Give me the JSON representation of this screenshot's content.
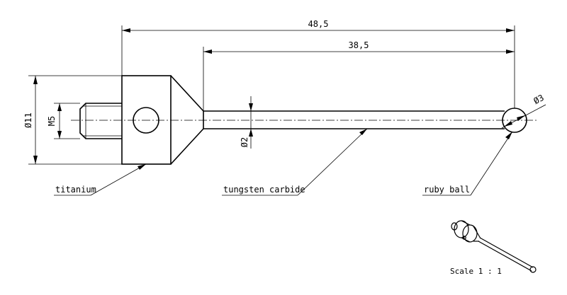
{
  "dimensions": {
    "overall_length": "48,5",
    "stem_length": "38,5",
    "body_diameter": "Ø11",
    "thread": "M5",
    "stem_diameter": "Ø2",
    "ball_diameter": "Ø3"
  },
  "materials": {
    "body": "titanium",
    "stem": "tungsten carbide",
    "tip": "ruby ball"
  },
  "scale_label": "Scale 1 : 1"
}
